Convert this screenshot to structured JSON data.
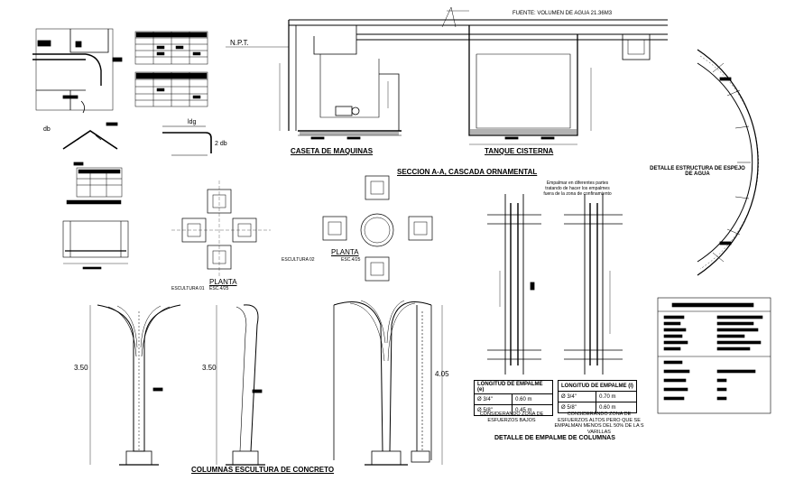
{
  "fuente_label": "FUENTE: VOLUMEN DE AGUA 21.36M3",
  "npt_label": "N.P.T.",
  "caseta_title": "CASETA DE MAQUINAS",
  "tanque_title": "TANQUE CISTERNA",
  "seccion_title": "SECCION A-A, CASCADA ORNAMENTAL",
  "detalle_espejo_title": "DETALLE ESTRUCTURA DE ESPEJO DE AGUA",
  "empalme_note": "Empalmar en diferentes partes tratando de hacer los empalmes fuera de la zona de confinamiento",
  "planta_label_1": "PLANTA",
  "escultura_label_1": "ESCULTURA 01",
  "escala_label_1": "ESC.4/25",
  "planta_label_2": "PLANTA",
  "escultura_label_2": "ESCULTURA 02",
  "escala_label_2": "ESC.4/25",
  "dim_350_a": "3.50",
  "dim_350_b": "3.50",
  "dim_405": "4.05",
  "ldg_label": "ldg",
  "db_label": "db",
  "two_db_label": "2 db",
  "columnas_title": "COLUMNAS ESCULTURA DE CONCRETO",
  "detalle_empalme_title": "DETALLE DE EMPALME DE COLUMNAS",
  "table_left": {
    "header": "LONGITUD DE EMPALME (e)",
    "rows": [
      [
        "Ø 3/4\"",
        "0.60 m"
      ],
      [
        "Ø 5/8\"",
        "0.45 m"
      ]
    ],
    "note": "CONSIDERANDO ZONA DE ESFUERZOS BAJOS"
  },
  "table_right": {
    "header": "LONGITUD DE EMPALME (l)",
    "rows": [
      [
        "Ø 3/4\"",
        "0.70 m"
      ],
      [
        "Ø 5/8\"",
        "0.60 m"
      ]
    ],
    "note": "CONSIDERANDO ZONA DE ESFUERZOS ALTOS PERO QUE SE EMPALMAN MENOS DEL 50% DE LA S VARILLAS"
  },
  "colors": {
    "ink": "#000000",
    "paper": "#ffffff",
    "hatch": "#555555"
  }
}
